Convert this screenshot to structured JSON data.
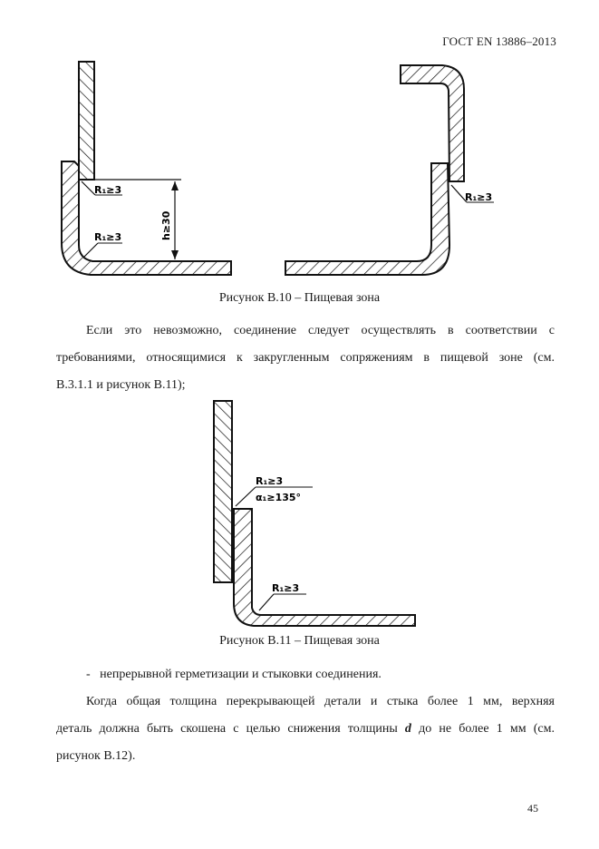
{
  "header": {
    "standard": "ГОСТ EN 13886–2013"
  },
  "figure_b10": {
    "caption": "Рисунок В.10 – Пищевая зона",
    "left_labels": {
      "r_top": "R₁≥3",
      "r_bottom": "R₁≥3",
      "height": "h≥30"
    },
    "right_labels": {
      "r": "R₁≥3"
    }
  },
  "paragraph1": {
    "lines": [
      "Если это невозможно, соединение следует осуществлять  в соответствии с",
      "требованиями, относящимися к закругленным сопряжениям в пищевой зоне (см.",
      "В.3.1.1 и рисунок В.11);"
    ]
  },
  "figure_b11": {
    "caption": "Рисунок В.11 –  Пищевая зона",
    "labels": {
      "r_top": "R₁≥3",
      "alpha": "α₁≥135°",
      "r_bottom": "R₁≥3"
    }
  },
  "list_item": {
    "bullet": "-",
    "text": "непрерывной герметизации и стыковки соединения."
  },
  "paragraph2": {
    "line1": "Когда общая толщина перекрывающей детали и стыка более 1 мм, верхняя",
    "line2_before": "деталь должна быть скошена с целью снижения толщины ",
    "line2_var": "d",
    "line2_after": " до не более 1 мм (см.",
    "line3": "рисунок В.12)."
  },
  "footer": {
    "page_number": "45"
  }
}
